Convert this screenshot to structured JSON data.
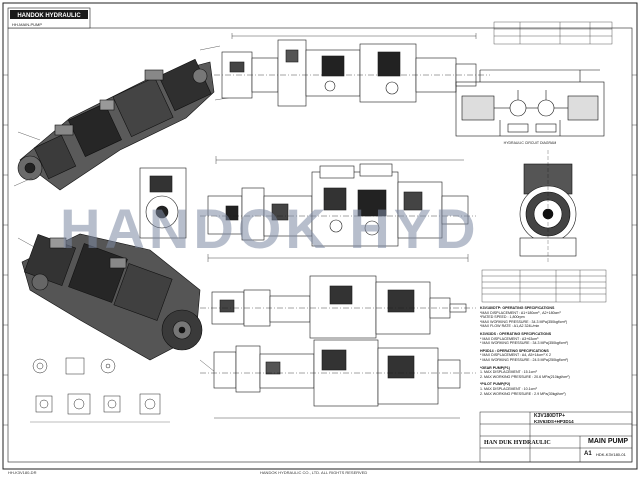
{
  "header": {
    "company_logo": "HANDOK HYDRAULIC",
    "ref": "HH-MAIN-PUMP"
  },
  "watermark": "HANDOK HYD",
  "hydraulic_circuit_caption": "HYDRAULIC CIRCUIT DIAGRAM",
  "spec_block": {
    "title_main": "K3V180DTP: OPERATING SPECIFICATIONS",
    "main_lines": [
      "*MAX DISPLACEMENT : A1+180cm³ , A2+180cm³",
      "*RATED SPEED : 1,800rpm",
      "*MAX WORKING PRESSURE : 34.3 MPa(350kgf/cm²)",
      "*MAX FLOW RATE : A1,A2 324L/min"
    ],
    "title_aux1": "K3V63DS : OPERATING SPECIFICATIONS",
    "aux1_lines": [
      "* MAX DISPLACEMENT : A3+63cm³",
      "* MAX WORKING PRESSURE : 34.3 MPa(350kgf/cm²)"
    ],
    "title_aux2": "HP3D14 : OPERATING SPECIFICATIONS",
    "aux2_lines": [
      "* MAX DISPLACEMENT : A4, A5+14cm³ X 2",
      "* MAX WORKING PRESSURE : 24.5 MPa(250kgf/cm²)"
    ],
    "title_gear": "*GEAR PUMP(P1)",
    "gear_lines": [
      "1. MAX DISPLACEMENT : 15.1cm³",
      "2. MAX WORKING PRESSURE : 20.6 MPa(210kgf/cm²)"
    ],
    "title_pilot": "*PILOT PUMP(P2)",
    "pilot_lines": [
      "1. MAX DISPLACEMENT : 10.1cm³",
      "2. MAX WORKING PRESSURE : 2.9 MPa(30kgf/cm²)"
    ]
  },
  "title_block": {
    "model_lines": [
      "K3V180DTP+",
      "K3V63DS+HP3D14"
    ],
    "company": "HAN DUK HYDRAULIC",
    "drawing_title": "MAIN PUMP",
    "scale": "A1",
    "drawing_no": "HDK-K3V180-01"
  },
  "footer": {
    "left_ref": "HH-K3V180-DR",
    "center_note": "HANDOK HYDRAULIC CO., LTD. ALL RIGHTS RESERVED"
  },
  "colors": {
    "line": "#1a1a1a",
    "watermark": "#7e8aa3",
    "paper": "#ffffff"
  }
}
